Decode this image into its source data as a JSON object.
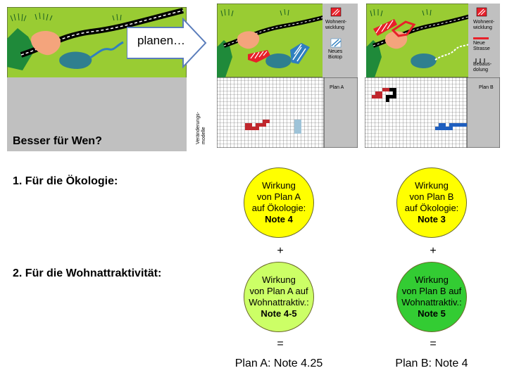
{
  "arrow_label": "planen…",
  "legend": {
    "residential": "Wohnent-\nwicklung",
    "biotope": "Neues\nBiotop",
    "road": "Neue\nStrasse",
    "building": "Bebaus-\ndolung"
  },
  "model_label": "Veränderungs-\nmodelle",
  "plans": {
    "a": {
      "grid_label": "Plan A",
      "eco": {
        "text": "Wirkung\nvon Plan A\nauf Ökologie:",
        "note": "Note 4"
      },
      "wohn": {
        "text": "Wirkung\nvon Plan A auf\nWohnattraktiv.:",
        "note": "Note 4-5"
      },
      "result": "Plan A: Note 4.25"
    },
    "b": {
      "grid_label": "Plan B",
      "eco": {
        "text": "Wirkung\nvon Plan B\nauf Ökologie:",
        "note": "Note 3"
      },
      "wohn": {
        "text": "Wirkung\nvon Plan B auf\nWohnattraktiv.:",
        "note": "Note 5"
      },
      "result": "Plan B: Note 4"
    }
  },
  "question": "Besser für Wen?",
  "criteria": {
    "eco": "1. Für die Ökologie:",
    "wohn": "2. Für die Wohnattraktivität:"
  },
  "operators": {
    "plus": "+",
    "equals": "="
  },
  "colors": {
    "map_green": "#99cc33",
    "map_grey": "#c0c0c0",
    "residential_red": "#e8202a",
    "biotope_blue": "#2f7fc0",
    "eco_circle": "#ffff00",
    "wohn_circle_a": "#ccff66",
    "wohn_circle_b": "#33cc33"
  }
}
